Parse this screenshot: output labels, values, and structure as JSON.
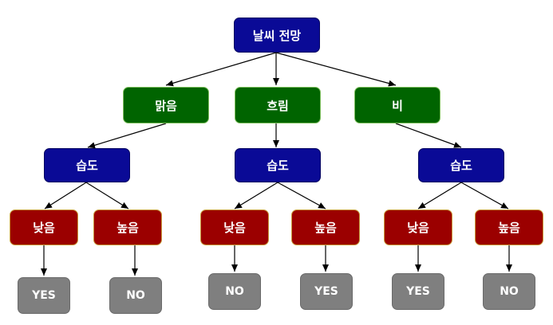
{
  "root": {
    "label": "날씨 전망"
  },
  "weather": [
    {
      "label": "맑음"
    },
    {
      "label": "흐림"
    },
    {
      "label": "비"
    }
  ],
  "humidity": [
    {
      "label": "습도"
    },
    {
      "label": "습도"
    },
    {
      "label": "습도"
    }
  ],
  "levels": [
    {
      "label": "낮음"
    },
    {
      "label": "높음"
    },
    {
      "label": "낮음"
    },
    {
      "label": "높음"
    },
    {
      "label": "낮음"
    },
    {
      "label": "높음"
    }
  ],
  "results": [
    {
      "label": "YES"
    },
    {
      "label": "NO"
    },
    {
      "label": "NO"
    },
    {
      "label": "YES"
    },
    {
      "label": "YES"
    },
    {
      "label": "NO"
    }
  ]
}
